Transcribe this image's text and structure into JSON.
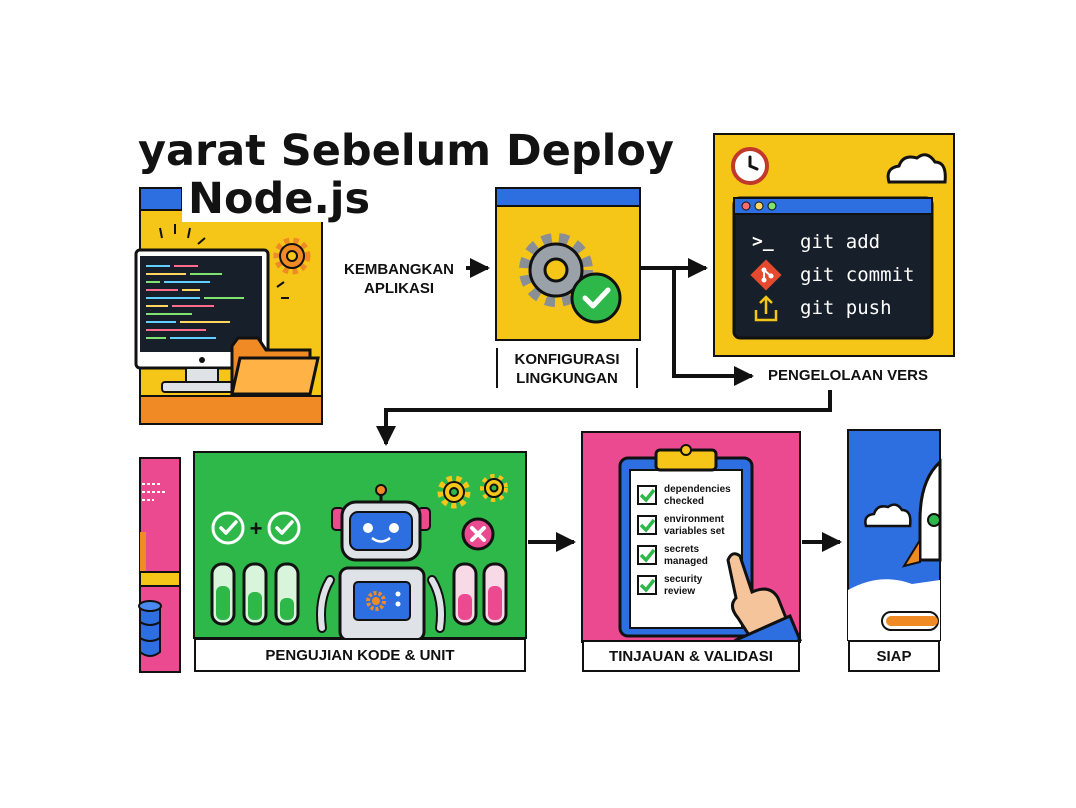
{
  "title": {
    "line1": "yarat Sebelum Deploy",
    "line2": "Node.js"
  },
  "steps": {
    "develop": {
      "line1": "KEMBANGKAN",
      "line2": "APLIKASI"
    },
    "config": {
      "line1": "KONFIGURASI",
      "line2": "LINGKUNGAN"
    },
    "version": {
      "label": "PENGELOLAAN VERS"
    },
    "testing": {
      "label": "PENGUJIAN KODE & UNIT"
    },
    "review": {
      "label": "TINJAUAN & VALIDASI"
    },
    "ready": {
      "label": "SIAP"
    }
  },
  "terminal": {
    "commands": [
      "git add",
      "git commit",
      "git push"
    ],
    "prompt_glyph": ">_"
  },
  "checklist": {
    "items": [
      {
        "line1": "dependencies",
        "line2": "checked"
      },
      {
        "line1": "environment",
        "line2": "variables set"
      },
      {
        "line1": "secrets",
        "line2": "managed"
      },
      {
        "line1": "security",
        "line2": "review"
      }
    ]
  },
  "colors": {
    "yellow": "#f5c518",
    "green": "#2fb84a",
    "pink": "#ec4a90",
    "blue": "#2d6ee0",
    "orange": "#f08a24",
    "dark": "#111111"
  },
  "icons": [
    "gear-icon",
    "check-icon",
    "clock-icon",
    "cloud-icon",
    "git-icon",
    "upload-icon",
    "folder-icon",
    "monitor-icon",
    "robot-icon",
    "test-tube-icon",
    "clipboard-icon",
    "hand-pointer-icon",
    "rocket-icon",
    "database-icon",
    "error-icon"
  ]
}
